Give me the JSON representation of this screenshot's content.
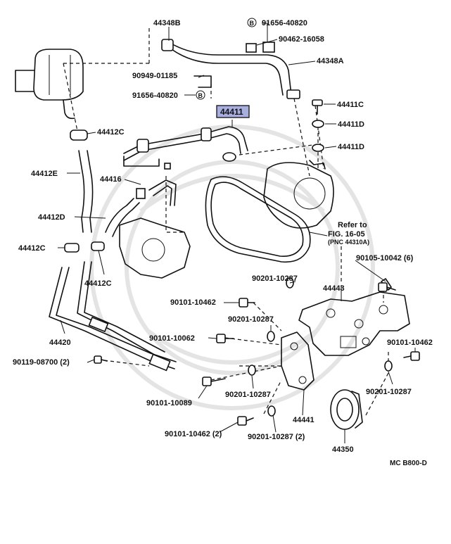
{
  "diagram": {
    "highlight_color": "#a9aee0",
    "labels": {
      "p44348B": "44348B",
      "p91656_40820_top": "91656-40820",
      "p90462_16058": "90462-16058",
      "p44348A": "44348A",
      "p90949_01185": "90949-01185",
      "p91656_40820_mid": "91656-40820",
      "p44411C": "44411C",
      "p44411": "44411",
      "p44411D_a": "44411D",
      "p44411D_b": "44411D",
      "p44412C_top": "44412C",
      "p44412E": "44412E",
      "p44416": "44416",
      "p44412D": "44412D",
      "p44412C_left": "44412C",
      "p44412C_low": "44412C",
      "refer1": "Refer to",
      "refer2": "FIG. 16-05",
      "refer3": "(PNC 44310A)",
      "p90105_10042": "90105-10042 (6)",
      "p90201_10287_a": "90201-10287",
      "p44443": "44443",
      "p90101_10462_a": "90101-10462",
      "p90201_10287_b": "90201-10287",
      "p90101_10062": "90101-10062",
      "p44420": "44420",
      "p90101_10462_b": "90101-10462",
      "p90119_08700": "90119-08700 (2)",
      "p90201_10287_c": "90201-10287",
      "p90201_10287_d": "90201-10287",
      "p90101_10089": "90101-10089",
      "p44441": "44441",
      "p90101_10462_2": "90101-10462 (2)",
      "p90201_10287_2": "90201-10287 (2)",
      "p44350": "44350",
      "code": "MC  B800-D",
      "circle_b1": "B",
      "circle_b2": "B"
    }
  }
}
